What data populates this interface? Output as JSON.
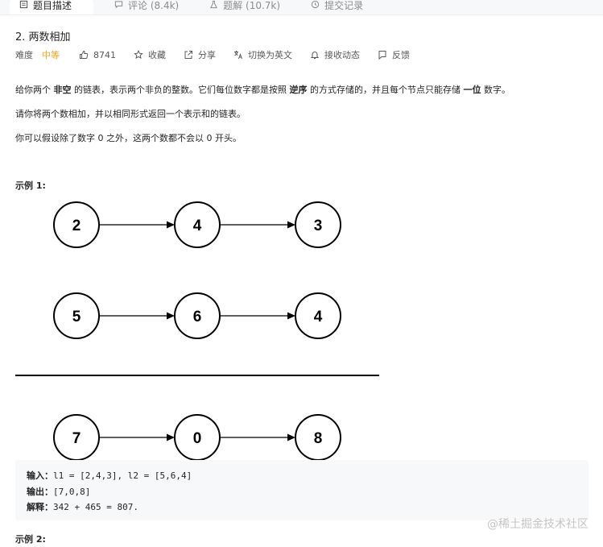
{
  "tabs": [
    {
      "label": "题目描述",
      "icon": "description-icon",
      "active": true
    },
    {
      "label": "评论 (8.4k)",
      "icon": "comment-icon",
      "active": false
    },
    {
      "label": "题解 (10.7k)",
      "icon": "flask-icon",
      "active": false
    },
    {
      "label": "提交记录",
      "icon": "clock-icon",
      "active": false
    }
  ],
  "problem": {
    "title": "2. 两数相加",
    "difficulty_label": "难度",
    "difficulty": "中等",
    "difficulty_color": "#ffa116",
    "likes": "8741",
    "favorite": "收藏",
    "share": "分享",
    "translate": "切换为英文",
    "subscribe": "接收动态",
    "feedback": "反馈"
  },
  "description": {
    "p1_a": "给你两个 ",
    "p1_b": "非空",
    "p1_c": " 的链表，表示两个非负的整数。它们每位数字都是按照 ",
    "p1_d": "逆序",
    "p1_e": " 的方式存储的，并且每个节点只能存储 ",
    "p1_f": "一位",
    "p1_g": " 数字。",
    "p2": "请你将两个数相加，并以相同形式返回一个表示和的链表。",
    "p3": "你可以假设除了数字 0 之外，这两个数都不会以 0 开头。"
  },
  "example1": {
    "title": "示例 1:",
    "lists": [
      [
        "2",
        "4",
        "3"
      ],
      [
        "5",
        "6",
        "4"
      ],
      [
        "7",
        "0",
        "8"
      ]
    ],
    "input_label": "输入：",
    "input": "l1 = [2,4,3], l2 = [5,6,4]",
    "output_label": "输出：",
    "output": "[7,0,8]",
    "explain_label": "解释：",
    "explain": "342 + 465 = 807."
  },
  "example2": {
    "title": "示例 2:"
  },
  "watermark": "@稀土掘金技术社区"
}
